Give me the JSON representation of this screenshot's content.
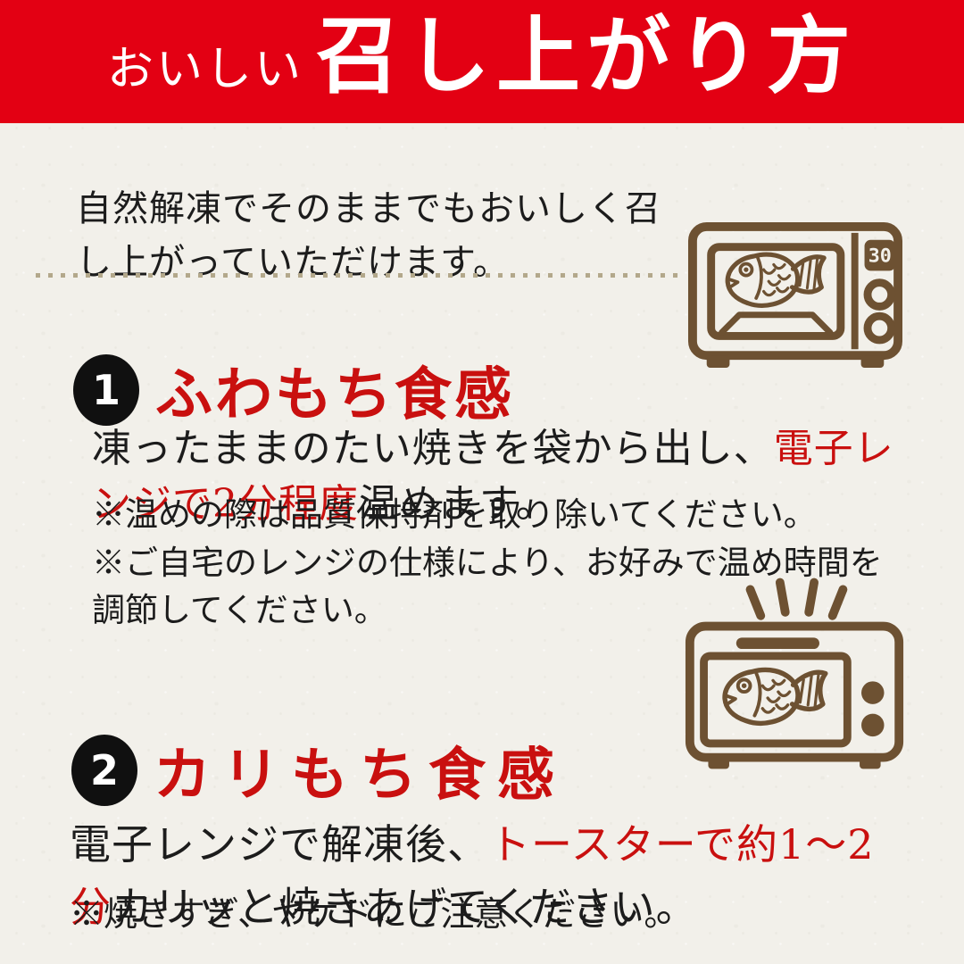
{
  "colors": {
    "banner_red": "#e30013",
    "accent_red": "#c9100f",
    "icon_brown": "#6d5132",
    "text_black": "#1c1c1c",
    "paper_background": "#f2f0ea",
    "dot_beige": "#b3a88b"
  },
  "header": {
    "title_small": "おいしい",
    "title_large": "召し上がり方"
  },
  "intro": {
    "text": "自然解凍でそのままでもおいしく召し上がっていただけます。"
  },
  "microwave_icon": {
    "name": "microwave-with-taiyaki",
    "display_value": "30"
  },
  "toaster_icon": {
    "name": "toaster-oven-with-taiyaki"
  },
  "steps": [
    {
      "number": "1",
      "title": "ふわもち食感",
      "body_pre": "凍ったままのたい焼きを袋から出し、",
      "body_red": "電子レンジで2分程度",
      "body_post": "温めます。",
      "notes": [
        "※温めの際は品質保持剤を取り除いてください。",
        "※ご自宅のレンジの仕様により、お好みで温め時間を調節してください。"
      ]
    },
    {
      "number": "2",
      "title": "カリもち食感",
      "body_pre": "電子レンジで解凍後、",
      "body_red": "トースターで約1〜2分",
      "body_post": "カリッと焼きあげてください。",
      "notes": [
        "※焼きすぎ、ヤケドにご注意ください。"
      ]
    }
  ]
}
